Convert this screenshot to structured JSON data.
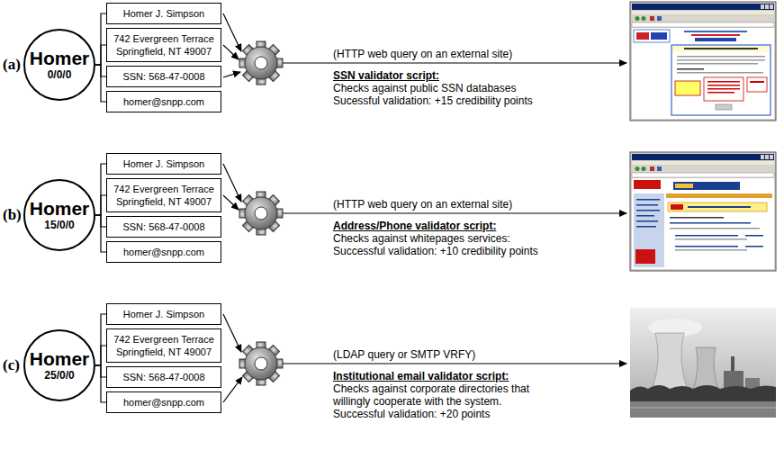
{
  "diagram": {
    "nodes": [
      {
        "text": [
          "Homer",
          "0/0/0"
        ]
      },
      {
        "text": [
          "Homer J. Simpson"
        ]
      },
      {
        "text": [
          "742 Evergreen Terrace Springfield, NT 49007"
        ]
      },
      {
        "text": [
          "SSN: 568-47-0008"
        ]
      },
      {
        "text": [
          "homer@snpp.com"
        ]
      },
      {
        "text": [
          "Homer",
          "15/0/0"
        ]
      },
      {
        "text": [
          "Homer J. Simpson"
        ]
      },
      {
        "text": [
          "742 Evergreen Terrace Springfield, NT 49007"
        ]
      },
      {
        "text": [
          "SSN: 568-47-0008"
        ]
      },
      {
        "text": [
          "homer@snpp.com"
        ]
      },
      {
        "text": [
          "Homer",
          "25/0/0"
        ]
      },
      {
        "text": [
          "Homer J. Simpson"
        ]
      },
      {
        "text": [
          "742 Evergreen Terrace Springfield, NT 49007"
        ]
      },
      {
        "text": [
          "SSN: 568-47-0008"
        ]
      },
      {
        "text": [
          "homer@snpp.com"
        ]
      }
    ],
    "edges": [
      {
        "from": 0,
        "to": 1,
        "arrow": "none"
      },
      {
        "from": 0,
        "to": 2,
        "arrow": "none"
      },
      {
        "from": 0,
        "to": 3,
        "arrow": "none"
      },
      {
        "from": 0,
        "to": 4,
        "arrow": "none"
      },
      {
        "from": 5,
        "to": 6,
        "arrow": "none"
      },
      {
        "from": 5,
        "to": 7,
        "arrow": "none"
      },
      {
        "from": 5,
        "to": 8,
        "arrow": "none"
      },
      {
        "from": 5,
        "to": 9,
        "arrow": "none"
      },
      {
        "from": 10,
        "to": 11,
        "arrow": "none"
      },
      {
        "from": 10,
        "to": 12,
        "arrow": "none"
      },
      {
        "from": 10,
        "to": 13,
        "arrow": "none"
      },
      {
        "from": 10,
        "to": 14,
        "arrow": "none"
      }
    ],
    "labels": [
      "(a)",
      "(HTTP web query on an external site)",
      "SSN validator script:",
      "Checks against public SSN databases",
      "Sucessful validation: +15 credibility points",
      "(b)",
      "(HTTP web query on an external site)",
      "Address/Phone validator script:",
      "Checks against whitepages services:",
      "Successful validation: +10 credibility points",
      "(c)",
      "(LDAP query or SMTP VRFY)",
      "Institutional email validator script:",
      "Checks against corporate directories that willingly cooperate with the system.",
      "Successful validation: +20 points"
    ]
  }
}
